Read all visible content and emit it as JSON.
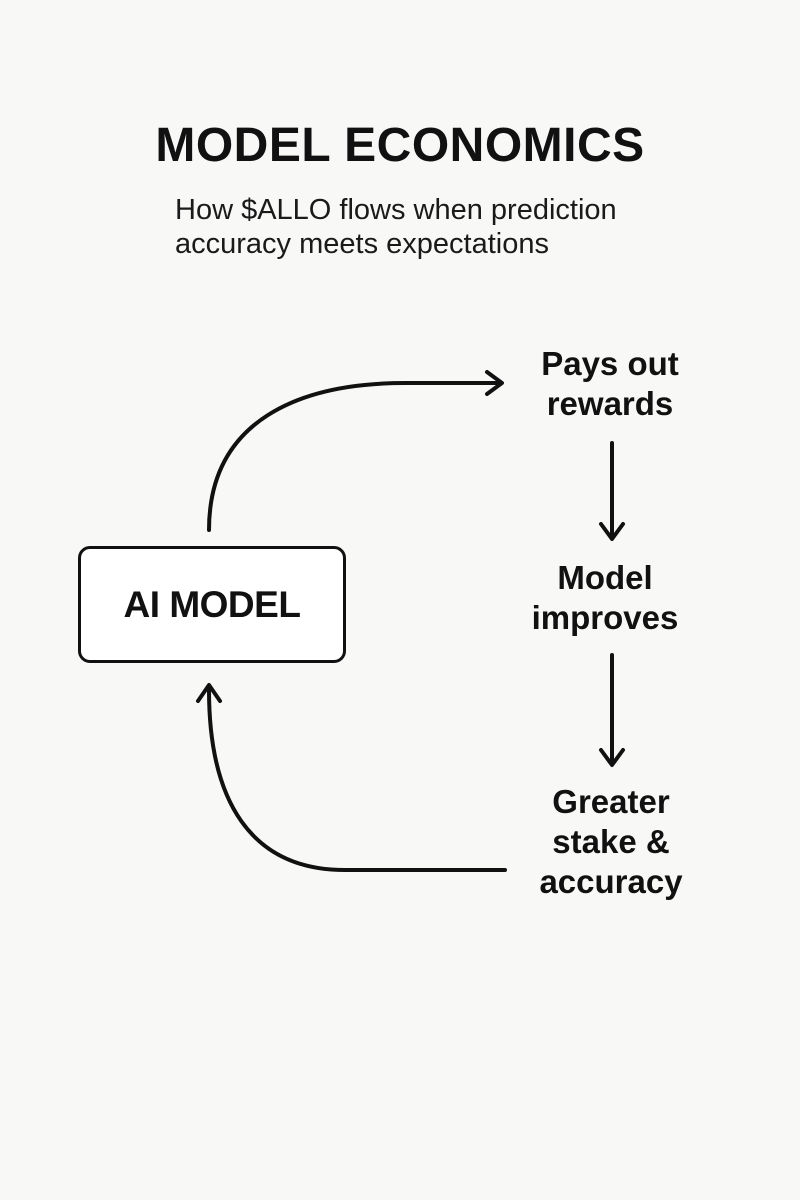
{
  "header": {
    "title": "MODEL ECONOMICS",
    "subtitle_line1": "How $ALLO flows when prediction",
    "subtitle_line2": "accuracy meets expectations"
  },
  "diagram": {
    "model": {
      "label": "AI MODEL"
    },
    "nodes": [
      {
        "line1": "Pays out",
        "line2": "rewards"
      },
      {
        "line1": "Model",
        "line2": "improves"
      },
      {
        "line1": "Greater",
        "line2": "stake &",
        "line3": "accuracy"
      }
    ]
  },
  "colors": {
    "background": "#f8f8f7",
    "ink": "#111111",
    "box_fill": "#ffffff"
  }
}
